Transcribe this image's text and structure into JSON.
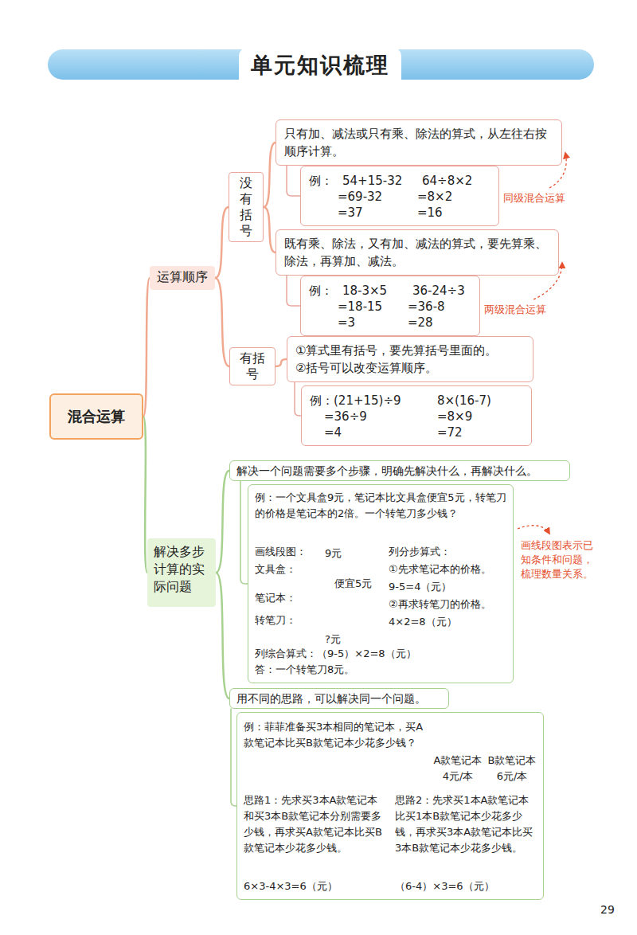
{
  "diagram": {
    "title": "单元知识梳理",
    "nodes": [
      {
        "text": [
          "混合运算"
        ]
      },
      {
        "text": [
          "运算顺序"
        ]
      },
      {
        "text": [
          "没有括号"
        ]
      },
      {
        "text": [
          "只有加、减法或只有乘、除法的算式，从左往右按顺序计算。"
        ]
      },
      {
        "text": [
          "例：",
          "54+15-32",
          "=69-32",
          "=37",
          "64÷8×2",
          "=8×2",
          "=16"
        ]
      },
      {
        "text": [
          "既有乘、除法，又有加、减法的算式，要先算乘、除法，再算加、减法。"
        ]
      },
      {
        "text": [
          "例：",
          "18-3×5",
          "=18-15",
          "=3",
          "36-24÷3",
          "=36-8",
          "=28"
        ]
      },
      {
        "text": [
          "有括号"
        ]
      },
      {
        "text": [
          "①算式里有括号，要先算括号里面的。",
          "②括号可以改变运算顺序。"
        ]
      },
      {
        "text": [
          "例：(21+15)÷9",
          "=36÷9",
          "=4",
          "8×(16-7)",
          "=8×9",
          "=72"
        ]
      },
      {
        "text": [
          "解决多步计算的实际问题"
        ]
      },
      {
        "text": [
          "解决一个问题需要多个步骤，明确先解决什么，再解决什么。"
        ]
      },
      {
        "text": [
          "例：一个文具盒9元，笔记本比文具盒便宜5元，转笔刀的价格是笔记本的2倍。一个转笔刀多少钱？",
          "画线段图：",
          "9元",
          "文具盒：",
          "便宜5元",
          "笔记本：",
          "转笔刀：",
          "?元",
          "列分步算式：",
          "①先求笔记本的价格。",
          "9-5=4（元）",
          "②再求转笔刀的价格。",
          "4×2=8（元）",
          "列综合算式：（9-5）×2=8（元）",
          "答：一个转笔刀8元。"
        ]
      },
      {
        "text": [
          "用不同的思路，可以解决同一个问题。"
        ]
      },
      {
        "text": [
          "例：菲菲准备买3本相同的笔记本，买A款笔记本比买B款笔记本少花多少钱？",
          "A款笔记本 4元/本",
          "B款笔记本 6元/本",
          "思路1：先求买3本A款笔记本和买3本B款笔记本分别需要多少钱，再求买A款笔记本比买B款笔记本少花多少钱。",
          "6×3-4×3=6（元）",
          "思路2：先求买1本A款笔记本比买1本B款笔记本少花多少钱，再求买3本A款笔记本比买3本B款笔记本少花多少钱。",
          "（6-4）×3=6（元）"
        ]
      }
    ],
    "edges": [
      {
        "from": 0,
        "to": 1,
        "arrow": "none"
      },
      {
        "from": 0,
        "to": 10,
        "arrow": "none"
      },
      {
        "from": 1,
        "to": 2,
        "arrow": "none"
      },
      {
        "from": 1,
        "to": 7,
        "arrow": "none"
      },
      {
        "from": 2,
        "to": 3,
        "arrow": "none"
      },
      {
        "from": 2,
        "to": 5,
        "arrow": "none"
      },
      {
        "from": 3,
        "to": 4,
        "arrow": "none"
      },
      {
        "from": 5,
        "to": 6,
        "arrow": "none"
      },
      {
        "from": 7,
        "to": 8,
        "arrow": "none"
      },
      {
        "from": 8,
        "to": 9,
        "arrow": "none"
      },
      {
        "from": 10,
        "to": 11,
        "arrow": "none"
      },
      {
        "from": 11,
        "to": 12,
        "arrow": "none"
      },
      {
        "from": 10,
        "to": 13,
        "arrow": "none"
      },
      {
        "from": 13,
        "to": 14,
        "arrow": "none"
      }
    ],
    "labels": [
      "同级混合运算",
      "两级混合运算",
      "画线段图表示已知条件和问题，梳理数量关系。",
      "29"
    ]
  }
}
